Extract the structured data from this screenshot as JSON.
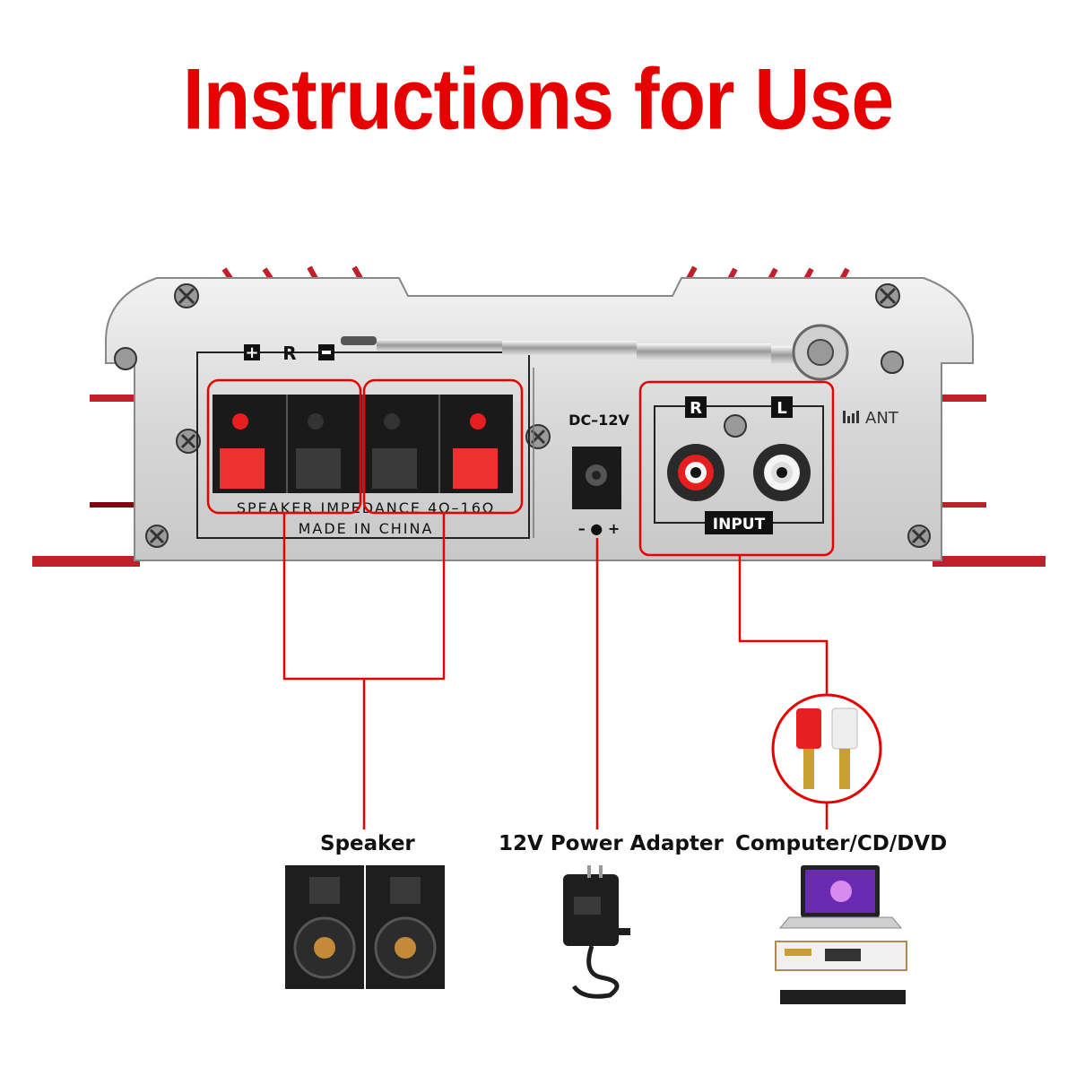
{
  "title": "Instructions for Use",
  "panel": {
    "right_channel": "R",
    "speaker_impedance": "SPEAKER IMPEDANCE  4Ω–16Ω",
    "made_in": "MADE IN CHINA",
    "dc_label": "DC–12V",
    "polarity": "– ● +",
    "input_r": "R",
    "input_l": "L",
    "input_label": "INPUT",
    "ant_label": "ANT"
  },
  "devices": {
    "speaker": "Speaker",
    "power": "12V Power Adapter",
    "source": "Computer/CD/DVD"
  },
  "colors": {
    "accent": "#e60000",
    "panel": "#dcdcdc",
    "fin": "#c0202a"
  }
}
